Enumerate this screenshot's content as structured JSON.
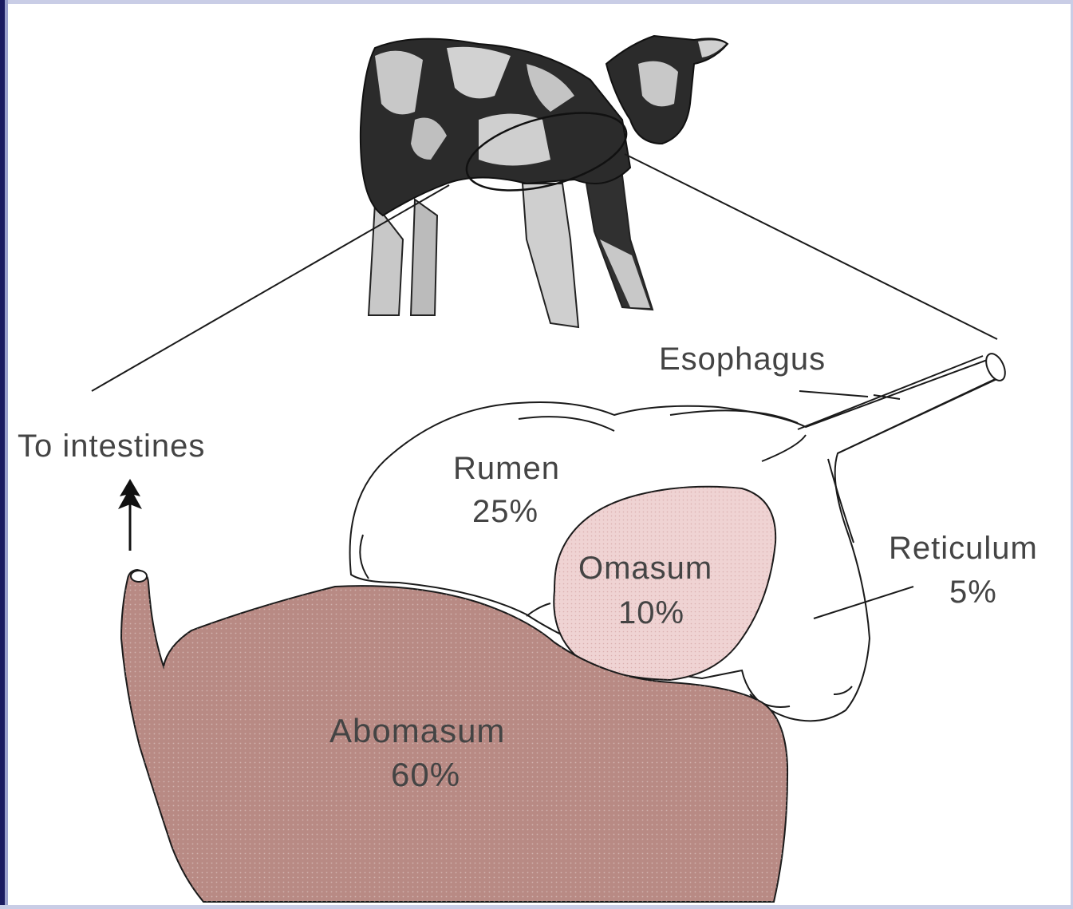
{
  "labels": {
    "esophagus": "Esophagus",
    "to_intestines": "To intestines",
    "rumen": "Rumen",
    "rumen_pct": "25%",
    "omasum": "Omasum",
    "omasum_pct": "10%",
    "reticulum": "Reticulum",
    "reticulum_pct": "5%",
    "abomasum": "Abomasum",
    "abomasum_pct": "60%"
  },
  "colors": {
    "abomasum_fill": "#b88a84",
    "omasum_fill": "#efd3d3",
    "outline": "#1a1a1a",
    "calf_dark": "#2a2a2a",
    "calf_light": "#c8c8c8",
    "frame_accent": "#1a1a60"
  },
  "icons": {
    "arrow": "up-arrow-icon",
    "calf": "calf-illustration"
  }
}
